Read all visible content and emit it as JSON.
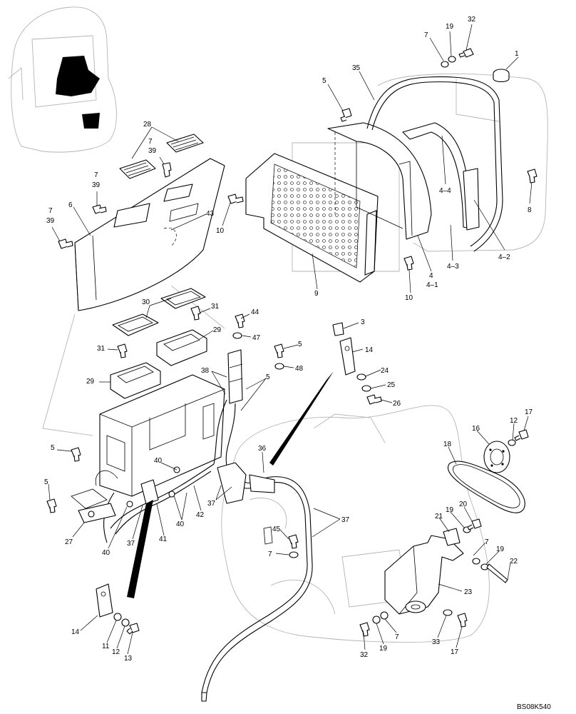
{
  "drawing_code": "BS08K540",
  "callouts": [
    {
      "id": "c1",
      "text": "1"
    },
    {
      "id": "c32a",
      "text": "32"
    },
    {
      "id": "c19a",
      "text": "19"
    },
    {
      "id": "c7a",
      "text": "7"
    },
    {
      "id": "c35",
      "text": "35"
    },
    {
      "id": "c5a",
      "text": "5"
    },
    {
      "id": "c28",
      "text": "28"
    },
    {
      "id": "c7b",
      "text": "7"
    },
    {
      "id": "c39a",
      "text": "39"
    },
    {
      "id": "c7c",
      "text": "7"
    },
    {
      "id": "c39b",
      "text": "39"
    },
    {
      "id": "c7d",
      "text": "7"
    },
    {
      "id": "c39c",
      "text": "39"
    },
    {
      "id": "c6",
      "text": "6"
    },
    {
      "id": "c43",
      "text": "43"
    },
    {
      "id": "c10a",
      "text": "10"
    },
    {
      "id": "c8",
      "text": "8"
    },
    {
      "id": "c4_4",
      "text": "4–4"
    },
    {
      "id": "c4_2",
      "text": "4–2"
    },
    {
      "id": "c4_3",
      "text": "4–3"
    },
    {
      "id": "c4",
      "text": "4"
    },
    {
      "id": "c4_1",
      "text": "4–1"
    },
    {
      "id": "c9",
      "text": "9"
    },
    {
      "id": "c10b",
      "text": "10"
    },
    {
      "id": "c30",
      "text": "30"
    },
    {
      "id": "c31a",
      "text": "31"
    },
    {
      "id": "c44",
      "text": "44"
    },
    {
      "id": "c3",
      "text": "3"
    },
    {
      "id": "c29a",
      "text": "29"
    },
    {
      "id": "c47",
      "text": "47"
    },
    {
      "id": "c31b",
      "text": "31"
    },
    {
      "id": "c5b",
      "text": "5"
    },
    {
      "id": "c14a",
      "text": "14"
    },
    {
      "id": "c48",
      "text": "48"
    },
    {
      "id": "c38",
      "text": "38"
    },
    {
      "id": "c5c",
      "text": "5"
    },
    {
      "id": "c24",
      "text": "24"
    },
    {
      "id": "c29b",
      "text": "29"
    },
    {
      "id": "c25",
      "text": "25"
    },
    {
      "id": "c26",
      "text": "26"
    },
    {
      "id": "c17a",
      "text": "17"
    },
    {
      "id": "c12a",
      "text": "12"
    },
    {
      "id": "c16",
      "text": "16"
    },
    {
      "id": "c18",
      "text": "18"
    },
    {
      "id": "c5d",
      "text": "5"
    },
    {
      "id": "c36",
      "text": "36"
    },
    {
      "id": "c40a",
      "text": "40"
    },
    {
      "id": "c5e",
      "text": "5"
    },
    {
      "id": "c42",
      "text": "42"
    },
    {
      "id": "c37a",
      "text": "37"
    },
    {
      "id": "c20",
      "text": "20"
    },
    {
      "id": "c19b",
      "text": "19"
    },
    {
      "id": "c21",
      "text": "21"
    },
    {
      "id": "c40b",
      "text": "40"
    },
    {
      "id": "c37b",
      "text": "37"
    },
    {
      "id": "c27",
      "text": "27"
    },
    {
      "id": "c37c",
      "text": "37"
    },
    {
      "id": "c41",
      "text": "41"
    },
    {
      "id": "c40c",
      "text": "40"
    },
    {
      "id": "c45",
      "text": "45"
    },
    {
      "id": "c7e",
      "text": "7"
    },
    {
      "id": "c7f",
      "text": "7"
    },
    {
      "id": "c19c",
      "text": "19"
    },
    {
      "id": "c22",
      "text": "22"
    },
    {
      "id": "c23",
      "text": "23"
    },
    {
      "id": "c14b",
      "text": "14"
    },
    {
      "id": "c11",
      "text": "11"
    },
    {
      "id": "c12b",
      "text": "12"
    },
    {
      "id": "c13",
      "text": "13"
    },
    {
      "id": "c32b",
      "text": "32"
    },
    {
      "id": "c19d",
      "text": "19"
    },
    {
      "id": "c7g",
      "text": "7"
    },
    {
      "id": "c33",
      "text": "33"
    },
    {
      "id": "c17b",
      "text": "17"
    }
  ]
}
